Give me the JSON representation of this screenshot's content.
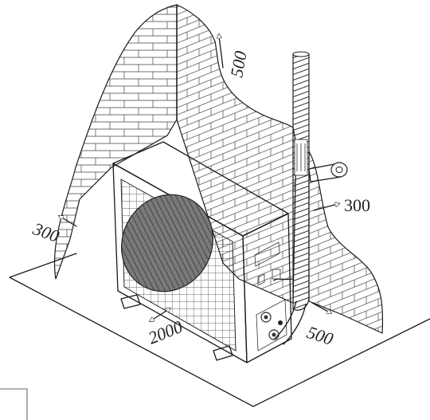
{
  "clearances": {
    "top": "500",
    "right": "300",
    "left": "300",
    "front": "2000",
    "pipe_side": "500"
  },
  "icons": [
    "brick-wall-icon",
    "outdoor-unit-icon",
    "fan-grille-icon",
    "pipe-icon",
    "clearance-arrow-icon"
  ]
}
